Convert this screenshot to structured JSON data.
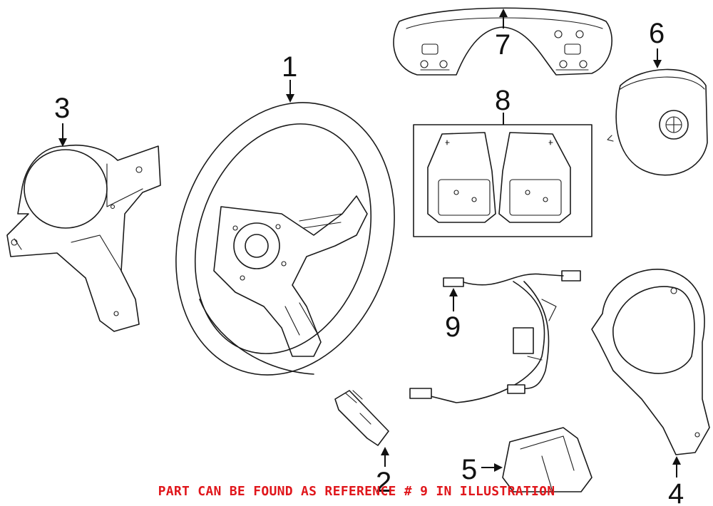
{
  "callouts": {
    "c1": "1",
    "c2": "2",
    "c3": "3",
    "c4": "4",
    "c5": "5",
    "c6": "6",
    "c7": "7",
    "c8": "8",
    "c9": "9"
  },
  "caption": "PART CAN BE FOUND AS REFERENCE # 9 IN ILLUSTRATION",
  "colors": {
    "caption": "#e0161b",
    "line": "#1a1a1a",
    "background": "#ffffff"
  }
}
